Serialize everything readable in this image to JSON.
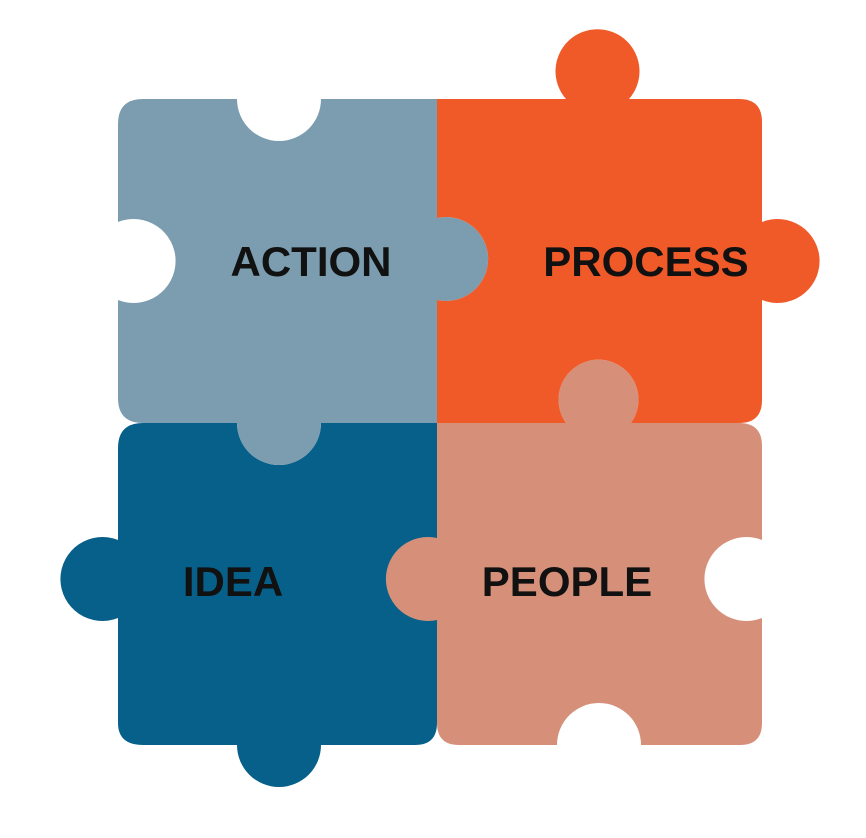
{
  "pieces": {
    "action": {
      "label": "ACTION",
      "color": "#7b9daf"
    },
    "process": {
      "label": "PROCESS",
      "color": "#f05a28"
    },
    "idea": {
      "label": "IDEA",
      "color": "#07608a"
    },
    "people": {
      "label": "PEOPLE",
      "color": "#d69079"
    }
  },
  "background_color": "#ffffff",
  "label_color": "#111111"
}
